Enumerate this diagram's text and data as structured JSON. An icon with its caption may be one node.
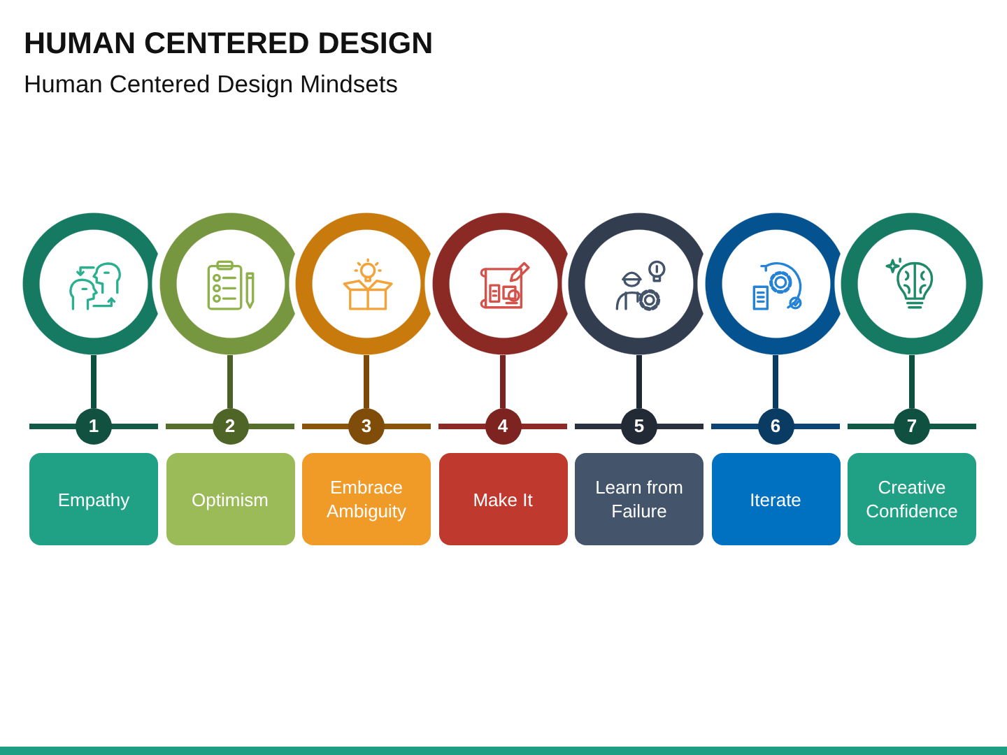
{
  "diagram": {
    "title": "HUMAN CENTERED DESIGN",
    "nodes": [
      {
        "text": [],
        "shape": "circle"
      },
      {
        "text": [],
        "shape": "circle"
      },
      {
        "text": [],
        "shape": "circle"
      },
      {
        "text": [],
        "shape": "circle"
      },
      {
        "text": [],
        "shape": "circle"
      },
      {
        "text": [],
        "shape": "circle"
      },
      {
        "text": [],
        "shape": "circle"
      },
      {
        "text": [
          "1"
        ]
      },
      {
        "text": [
          "2"
        ]
      },
      {
        "text": [
          "3"
        ]
      },
      {
        "text": [
          "4"
        ]
      },
      {
        "text": [
          "5"
        ]
      },
      {
        "text": [
          "6"
        ]
      },
      {
        "text": [
          "7"
        ]
      },
      {
        "text": [
          "Empathy"
        ]
      },
      {
        "text": [
          "Optimism"
        ]
      },
      {
        "text": [
          "Embrace Ambiguity"
        ]
      },
      {
        "text": [
          "Make It"
        ]
      },
      {
        "text": [
          "Learn from Failure"
        ]
      },
      {
        "text": [
          "Iterate"
        ]
      },
      {
        "text": [
          "Creative Confidence"
        ]
      }
    ],
    "edges": [
      {
        "from": 0,
        "to": 7,
        "arrow": "none",
        "color": "#0f4f3f"
      },
      {
        "from": 1,
        "to": 8,
        "arrow": "none",
        "color": "#4a6128"
      },
      {
        "from": 2,
        "to": 9,
        "arrow": "none",
        "color": "#7a4a0b"
      },
      {
        "from": 3,
        "to": 10,
        "arrow": "none",
        "color": "#7b2320"
      },
      {
        "from": 4,
        "to": 11,
        "arrow": "none",
        "color": "#1f2835"
      },
      {
        "from": 5,
        "to": 12,
        "arrow": "none",
        "color": "#0a3a66"
      },
      {
        "from": 6,
        "to": 13,
        "arrow": "none",
        "color": "#0f4f40"
      }
    ],
    "labels": [
      "Human Centered Design Mindsets"
    ]
  }
}
